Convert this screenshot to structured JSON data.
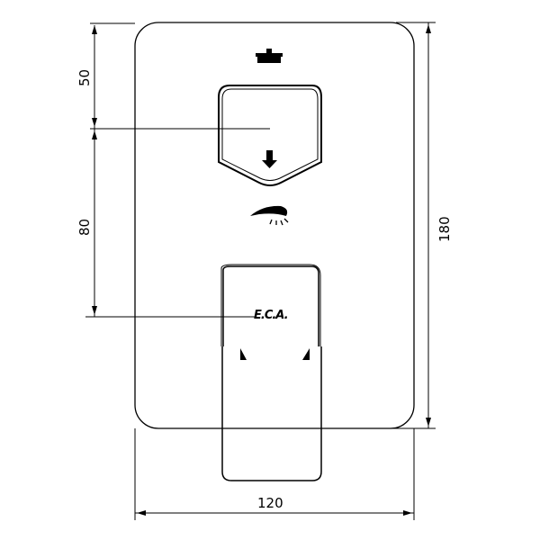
{
  "dimensions": {
    "top_offset": "50",
    "handle_offset": "80",
    "height": "180",
    "width": "120"
  },
  "logo": "E.C.A.",
  "colors": {
    "line": "#000000",
    "background": "#ffffff"
  }
}
